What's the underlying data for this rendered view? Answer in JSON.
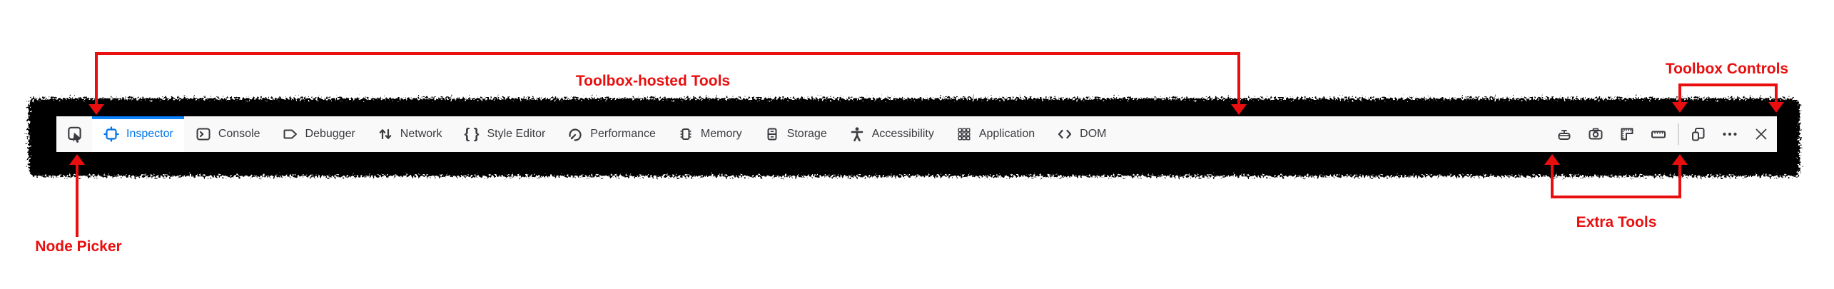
{
  "annotations": {
    "color": "#e90f0f",
    "toolbox_hosted_tools": "Toolbox-hosted Tools",
    "toolbox_controls": "Toolbox Controls",
    "node_picker": "Node Picker",
    "extra_tools": "Extra Tools"
  },
  "toolbar": {
    "bg_color": "#f9f9fa",
    "text_color": "#3b3b40",
    "active_tab_text_color": "#0074e8",
    "active_tab_accent_color": "#0a84ff",
    "node_picker_button": {
      "icon": "node-picker-icon"
    },
    "tabs": [
      {
        "label": "Inspector",
        "icon": "inspector-icon",
        "active": true
      },
      {
        "label": "Console",
        "icon": "console-icon",
        "active": false
      },
      {
        "label": "Debugger",
        "icon": "debugger-icon",
        "active": false
      },
      {
        "label": "Network",
        "icon": "network-icon",
        "active": false
      },
      {
        "label": "Style Editor",
        "icon": "style-editor-icon",
        "active": false
      },
      {
        "label": "Performance",
        "icon": "performance-icon",
        "active": false
      },
      {
        "label": "Memory",
        "icon": "memory-icon",
        "active": false
      },
      {
        "label": "Storage",
        "icon": "storage-icon",
        "active": false
      },
      {
        "label": "Accessibility",
        "icon": "accessibility-icon",
        "active": false
      },
      {
        "label": "Application",
        "icon": "application-icon",
        "active": false
      },
      {
        "label": "DOM",
        "icon": "dom-icon",
        "active": false
      }
    ],
    "extra_tool_buttons": [
      {
        "icon": "paint-flashing-icon"
      },
      {
        "icon": "screenshot-icon"
      },
      {
        "icon": "rulers-icon"
      },
      {
        "icon": "measure-icon"
      }
    ],
    "control_buttons": [
      {
        "icon": "responsive-design-mode-icon"
      },
      {
        "icon": "more-options-icon"
      },
      {
        "icon": "close-icon"
      }
    ]
  }
}
